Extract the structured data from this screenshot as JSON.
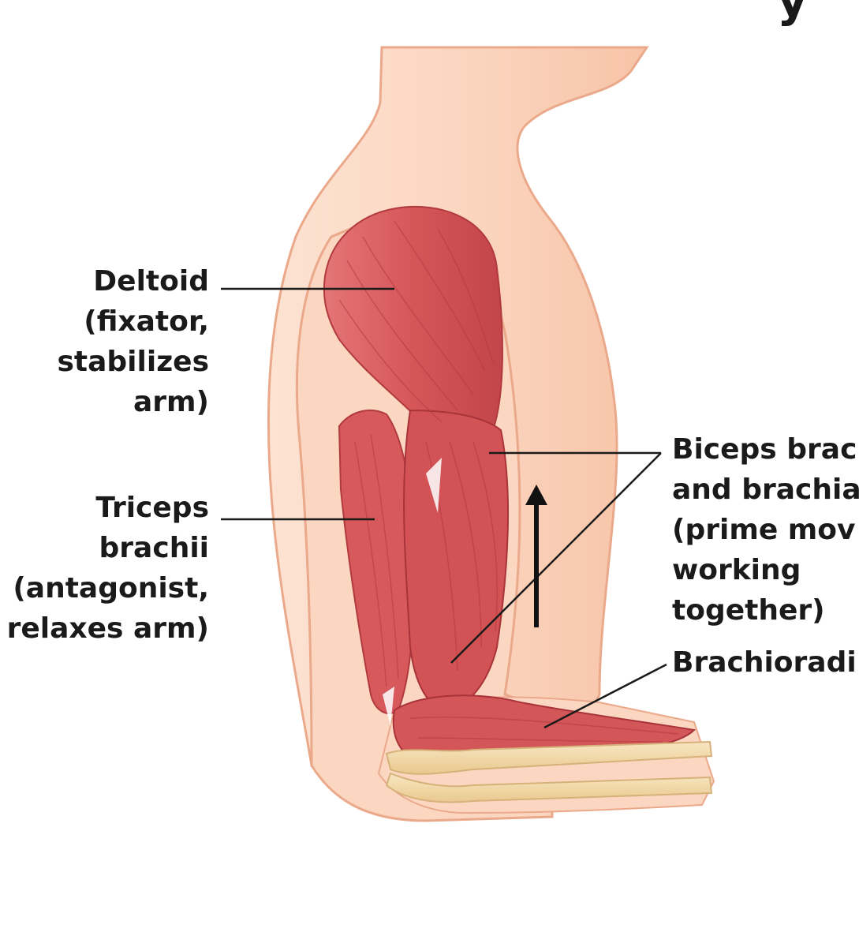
{
  "title_fragment": "y",
  "labels": {
    "deltoid": [
      "Deltoid",
      "(fixator,",
      "stabilizes",
      "arm)"
    ],
    "triceps": [
      "Triceps",
      "brachii",
      "(antagonist,",
      "relaxes arm)"
    ],
    "biceps": [
      "Biceps brac",
      "and brachia",
      "(prime mov",
      "working",
      "together)"
    ],
    "brachioradialis": [
      "Brachioradi"
    ]
  },
  "icons": [
    "direction-arrow-icon"
  ],
  "colors": {
    "skin": "#fbd3bd",
    "skin_outline": "#e9a98a",
    "muscle": "#d9595a",
    "muscle_dark": "#b83a40",
    "bone": "#f3dcae",
    "text": "#1a1a1a"
  }
}
